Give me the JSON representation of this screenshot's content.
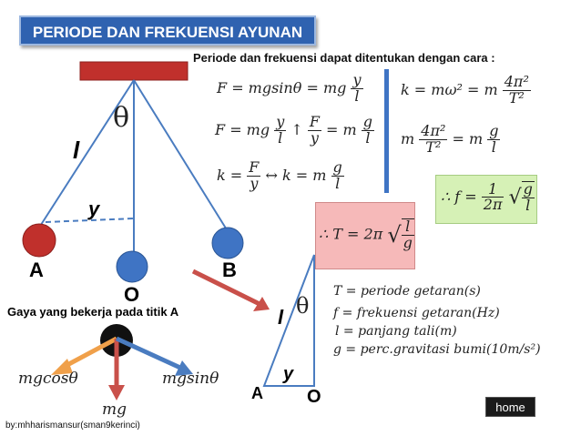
{
  "header": {
    "title": "PERIODE DAN FREKUENSI AYUNAN"
  },
  "intro": "Periode dan frekuensi dapat ditentukan dengan cara :",
  "pendulum": {
    "theta": "θ",
    "l": "l",
    "y": "y",
    "a": "A",
    "o": "O",
    "b": "B"
  },
  "forces": {
    "caption": "Gaya yang bekerja pada titik A",
    "mgcos": "mgcosθ",
    "mg": "mg",
    "mgsin": "mgsinθ"
  },
  "triangle": {
    "theta": "θ",
    "l": "l",
    "y": "y",
    "a": "A",
    "o": "O"
  },
  "eq": {
    "e1_lhs": "F = mgsinθ = mg",
    "e2_lhs": "F = mg",
    "e2_mid": "↑",
    "e2_eq": "= m",
    "e3_lhs": "k =",
    "e3_mid": "↔ k = m",
    "e4_lhs": "k = mω² = m",
    "e5_eq": "= m",
    "T_lhs": "∴ T = 2π",
    "f_lhs": "∴ f ="
  },
  "frac": {
    "y": "y",
    "l": "l",
    "F": "F",
    "g": "g",
    "one": "1",
    "twopi": "2π",
    "fourpi2": "4π²",
    "T2": "T²"
  },
  "defs": {
    "T": "T = periode getaran(s)",
    "f": "f = frekuensi getaran(Hz)",
    "l": "l = panjang tali(m)",
    "g": "g = perc.gravitasi bumi(10m/s²)"
  },
  "nav": {
    "home": "home"
  },
  "credit": "by:mhharismansur(sman9kerinci)",
  "colors": {
    "title_bg": "#2f62b0",
    "pendulum_line": "#4a7cc0",
    "bob_red": "#c0302c",
    "bob_blue": "#3f74c4",
    "arrow_red": "#c9504a",
    "arrow_orange": "#f0a04a",
    "arrow_blue": "#4a7cc0"
  }
}
